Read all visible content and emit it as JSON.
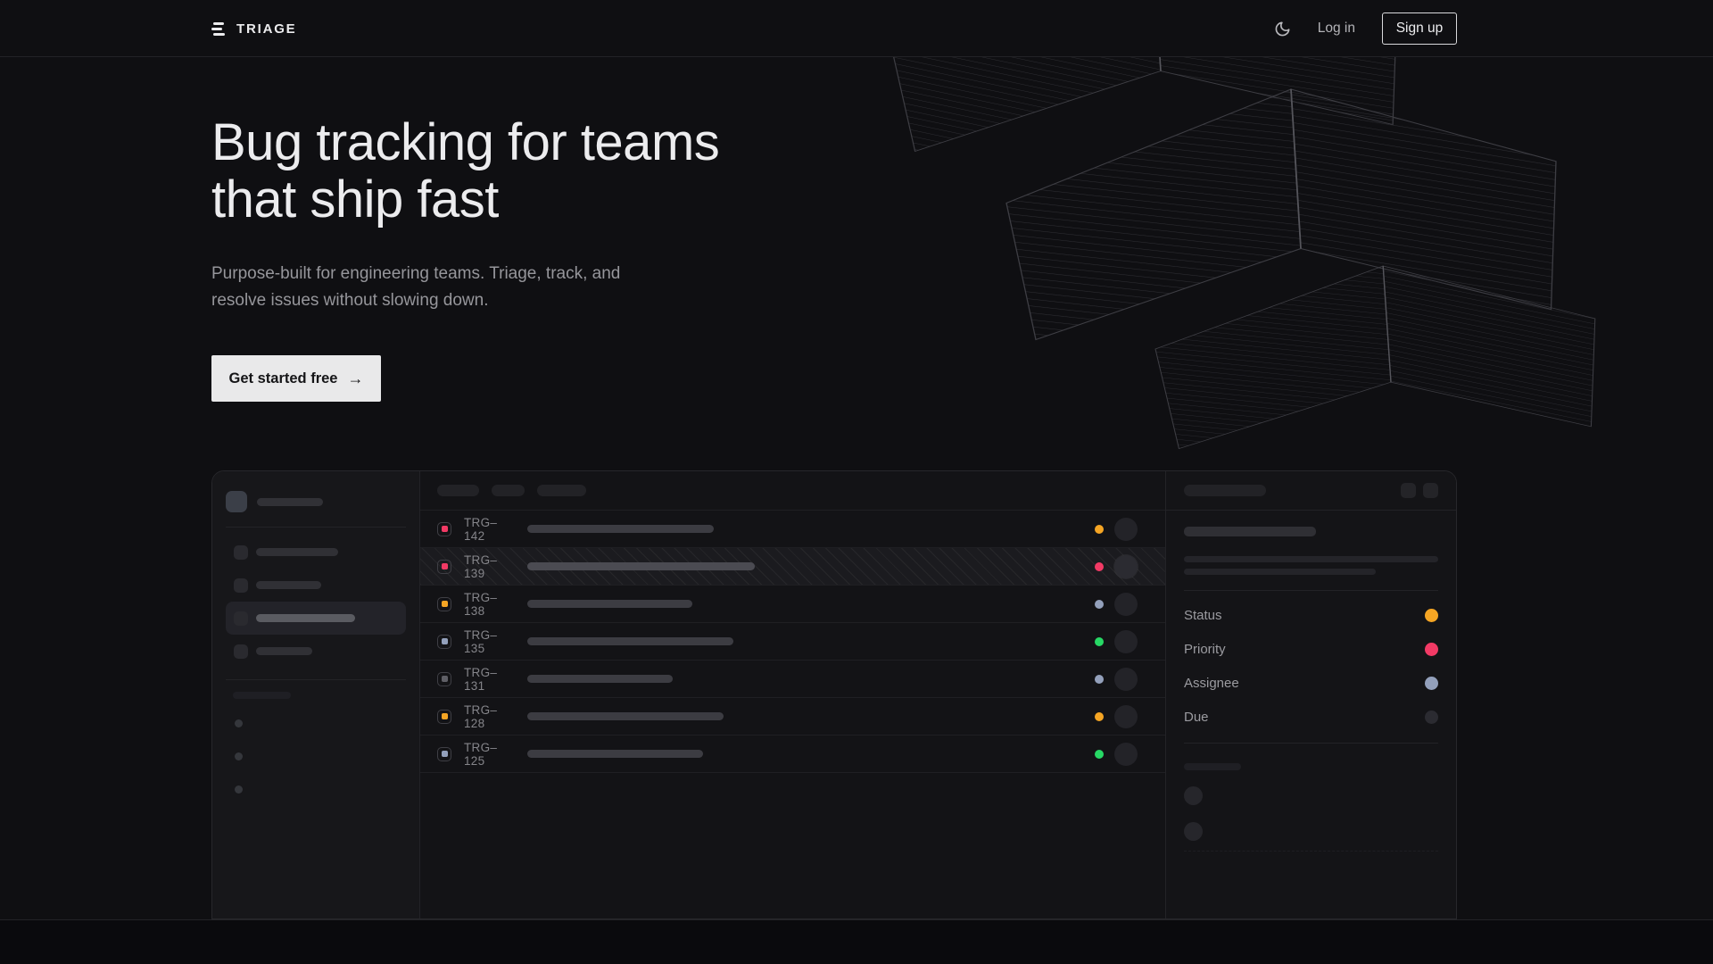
{
  "nav": {
    "brand": "TRIAGE",
    "theme_toggle_icon": "moon-icon",
    "login_label": "Log in",
    "signup_label": "Sign up"
  },
  "hero": {
    "heading_lines": [
      "Bug tracking for teams",
      "that ship fast"
    ],
    "subtext_lines": [
      "Purpose-built for engineering teams. Triage, track, and",
      "resolve issues without slowing down."
    ],
    "cta_label": "Get started free",
    "cta_arrow": "→"
  },
  "colors": {
    "amber": "#f5a524",
    "rose": "#f23a65",
    "slate": "#93a0bb",
    "green": "#27d865",
    "gray": "#5f5f66",
    "dim": "#2b2b31"
  },
  "mockup": {
    "issues": [
      {
        "id": "TRG–142",
        "icon": "rose",
        "status": "amber",
        "title_width": 209,
        "hatched": false
      },
      {
        "id": "TRG–139",
        "icon": "rose",
        "status": "rose",
        "title_width": 255,
        "hatched": true
      },
      {
        "id": "TRG–138",
        "icon": "amber",
        "status": "slate",
        "title_width": 185,
        "hatched": false
      },
      {
        "id": "TRG–135",
        "icon": "slate",
        "status": "green",
        "title_width": 231,
        "hatched": false
      },
      {
        "id": "TRG–131",
        "icon": "gray",
        "status": "slate",
        "title_width": 163,
        "hatched": false
      },
      {
        "id": "TRG–128",
        "icon": "amber",
        "status": "amber",
        "title_width": 220,
        "hatched": false
      },
      {
        "id": "TRG–125",
        "icon": "slate",
        "status": "green",
        "title_width": 197,
        "hatched": false
      }
    ],
    "detail": {
      "properties": [
        {
          "label": "Status",
          "dot": "amber"
        },
        {
          "label": "Priority",
          "dot": "rose"
        },
        {
          "label": "Assignee",
          "dot": "slate"
        },
        {
          "label": "Due",
          "dot": "dim"
        }
      ]
    }
  }
}
